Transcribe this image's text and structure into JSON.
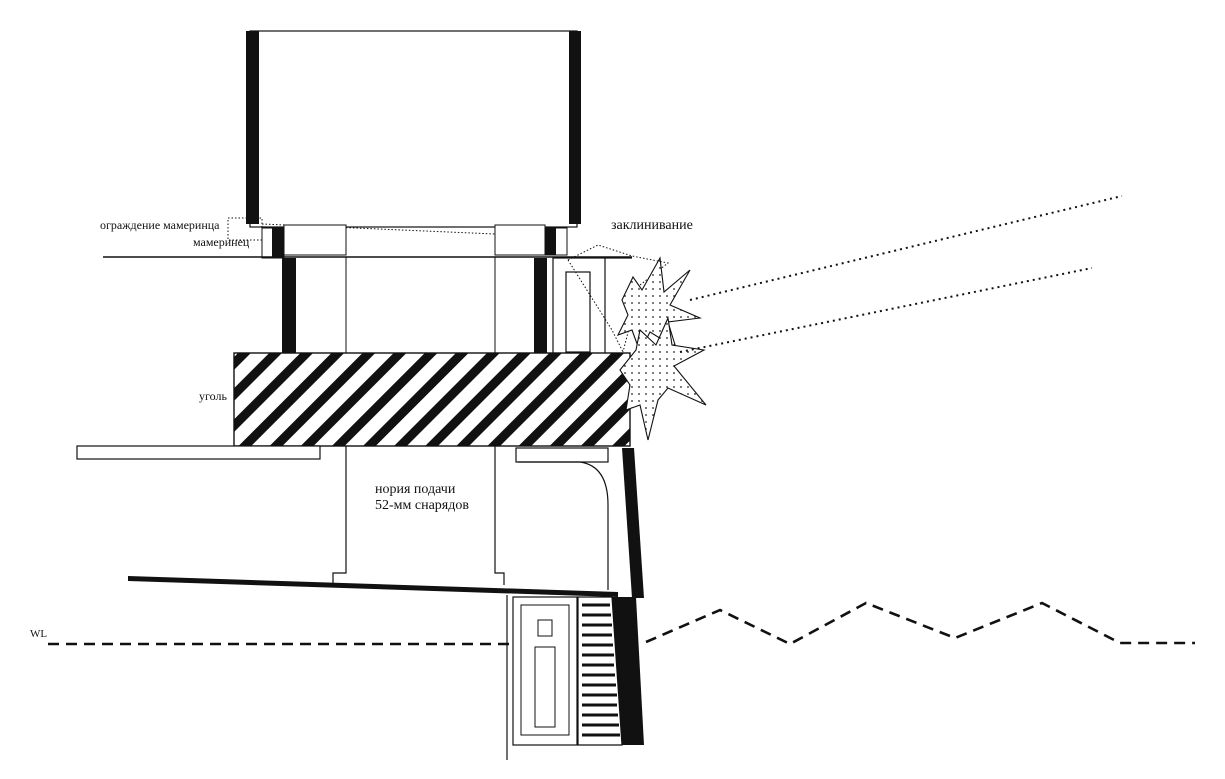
{
  "labels": {
    "mantlet_guard": "ограждение мамеринца",
    "mantlet": "мамеринец",
    "jamming": "заклинивание",
    "coal": "уголь",
    "hoist_line1": "нория подачи",
    "hoist_line2": "52-мм снарядов",
    "waterline": "WL"
  },
  "colors": {
    "ink": "#111111",
    "paper": "#ffffff",
    "dots": "#222222"
  }
}
